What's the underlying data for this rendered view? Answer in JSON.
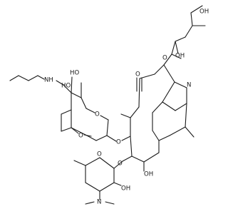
{
  "labels": {
    "nh": "NH",
    "ho_top": "HO",
    "ho_sugar": "HO",
    "o_carbonyl": "O",
    "o_ring_lactone": "O",
    "n_ring": "N",
    "ho_right": "OH",
    "ho_far_right": "OH",
    "o_sugar1": "O",
    "o_methoxy": "O",
    "o_glyco1": "O",
    "o_glyco2": "O",
    "oh_mid": "OH",
    "o_sugar2": "O",
    "n_dimethyl": "N",
    "oh_bottom": "OH"
  },
  "colors": {
    "bond": "#1a1a1a",
    "background": "#ffffff"
  }
}
